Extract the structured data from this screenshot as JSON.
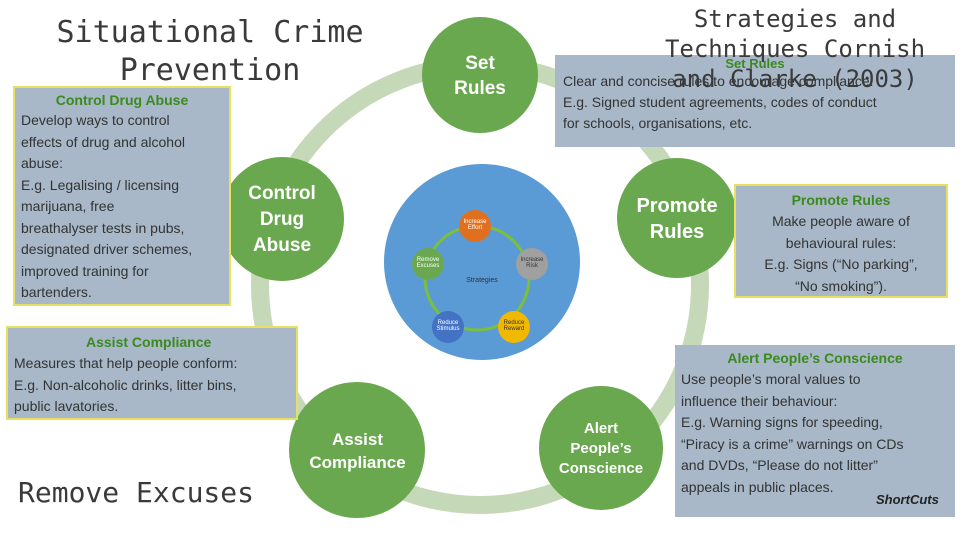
{
  "titles": {
    "situational": "Situational Crime Prevention",
    "strategies": "Strategies and Techniques Cornish and Clarke (2003)",
    "footer": "Remove Excuses"
  },
  "nodes": {
    "set_rules": "Set\nRules",
    "control_drug_abuse": "Control\nDrug\nAbuse",
    "promote_rules": "Promote\nRules",
    "assist_compliance": "Assist\nCompliance",
    "alert_conscience": "Alert\nPeople’s\nConscience"
  },
  "boxes": {
    "control_drug_abuse": {
      "heading": "Control Drug Abuse",
      "body": "Develop ways to control\neffects of drug and alcohol\nabuse:\nE.g. Legalising / licensing\nmarijuana, free\nbreathalyser tests in pubs,\ndesignated driver schemes,\nimproved training for\nbartenders."
    },
    "set_rules": {
      "heading": "Set Rules",
      "body": "Clear and concise rules to encourage compliance:\nE.g. Signed student agreements, codes of conduct\nfor schools, organisations, etc."
    },
    "promote_rules": {
      "heading": "Promote Rules",
      "body": "Make people aware of\nbehavioural rules:\nE.g. Signs (“No parking”,\n“No smoking”)."
    },
    "assist_compliance": {
      "heading": "Assist Compliance",
      "body": "Measures that help people conform:\nE.g. Non-alcoholic drinks, litter bins,\npublic lavatories."
    },
    "alert_conscience": {
      "heading": "Alert People’s Conscience",
      "body": "Use people’s moral values to\ninfluence their behaviour:\nE.g. Warning signs for speeding,\n“Piracy is a crime” warnings on CDs\nand DVDs, “Please do not litter”\nappeals in public places."
    }
  },
  "mini_diagram": {
    "center": "Strategies",
    "increase_effort": "Increase\nEffort",
    "increase_risk": "Increase\nRisk",
    "reduce_reward": "Reduce\nReward",
    "reduce_stimulus": "Reduce\nStimulus",
    "remove_excuses": "Remove\nExcuses"
  },
  "logo": "ShortCuts",
  "colors": {
    "node_green": "#6aa84f",
    "ring": "#c5d8b8",
    "box_bg": "#a8b8c8",
    "box_border": "#e8e060",
    "heading_green": "#3a8a1e",
    "center_blue": "#5b9bd5"
  }
}
